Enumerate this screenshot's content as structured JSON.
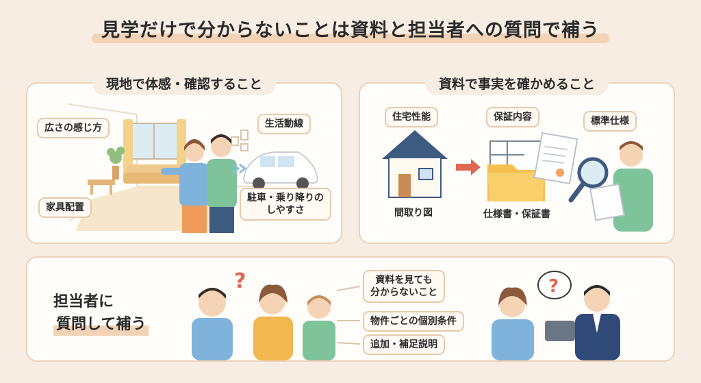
{
  "title": "見学だけで分からないことは資料と担当者への質問で補う",
  "panel_onsite": {
    "heading": "現地で体感・確認すること",
    "labels": {
      "sense_of_space": "広さの感じ方",
      "living_flow": "生活動線",
      "furniture": "家具配置",
      "parking_line1": "駐車・乗り降りの",
      "parking_line2": "しやすさ"
    }
  },
  "panel_docs": {
    "heading": "資料で事実を確かめること",
    "labels": {
      "performance": "住宅性能",
      "warranty": "保証内容",
      "standard_spec": "標準仕様",
      "floor_plan": "間取り図",
      "spec_documents": "仕様書・保証書"
    }
  },
  "panel_ask": {
    "heading_line1": "担当者に",
    "heading_line2": "質問して補う",
    "labels": {
      "unclear_line1": "資料を見ても",
      "unclear_line2": "分からないこと",
      "conditions": "物件ごとの個別条件",
      "extra": "追加・補足説明"
    }
  },
  "colors": {
    "background": "#f7ede2",
    "panel_border": "#ecd2b8",
    "highlight": "#f2d3b6",
    "accent_red": "#e0674f",
    "roof_blue": "#3d5a80"
  }
}
